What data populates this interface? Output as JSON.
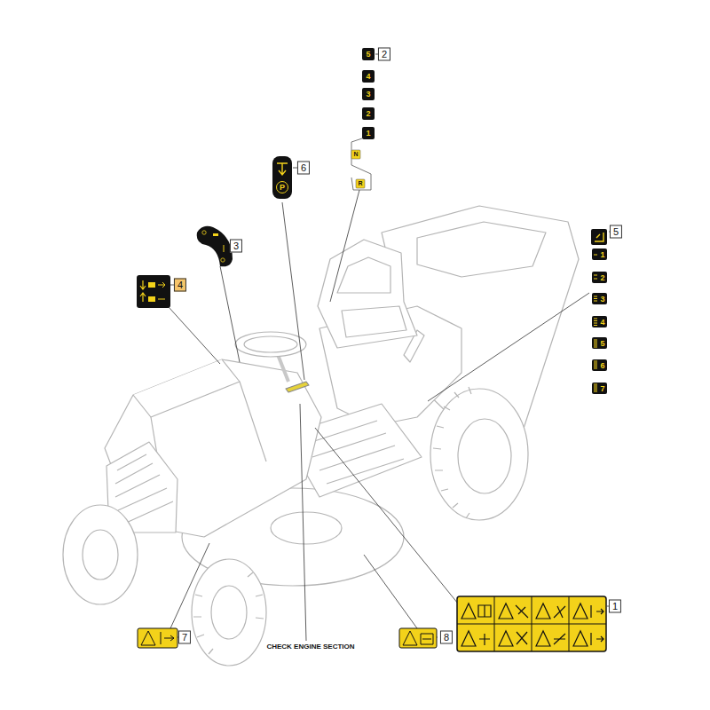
{
  "diagram": {
    "labels": [
      "2",
      "5",
      "4",
      "3",
      "2",
      "1",
      "N",
      "R",
      "6",
      "P",
      "3",
      "5",
      "1",
      "2",
      "3",
      "4",
      "5",
      "6",
      "7",
      "4",
      "1",
      "7",
      "CHECK ENGINE SECTION",
      "8"
    ]
  }
}
